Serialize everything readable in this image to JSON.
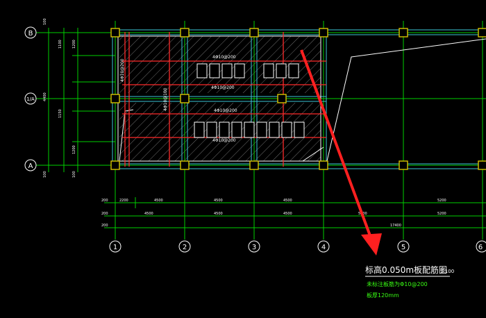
{
  "colors": {
    "background": "#000000",
    "axis": "#00ff00",
    "column": "#d9c400",
    "slab_edge": "#ffffff",
    "rebar": "#ff2a2a",
    "hatch": "#7a7a7a",
    "beam": "#3cc8d8",
    "annotation_arrow": "#ff2020",
    "note": "#39ff14"
  },
  "row_axes": [
    "B",
    "1/A",
    "A"
  ],
  "col_axes": [
    "1",
    "2",
    "3",
    "4",
    "5",
    "6"
  ],
  "left_dims": {
    "outer": [
      "100",
      "100",
      "100"
    ],
    "inner": [
      "1100",
      "1150",
      "1200",
      "1200"
    ],
    "total": "4400"
  },
  "dim_rows": {
    "row1": [
      "200",
      "2200",
      "4500",
      "4500",
      "4500",
      "5200"
    ],
    "row2": [
      "200",
      "4500",
      "4500",
      "4500",
      "5200",
      "5200"
    ],
    "row3": [
      "200",
      "17400"
    ]
  },
  "rebar_labels": {
    "top1": "4Φ10@200",
    "top2": "4Φ10@200",
    "mid": "4Φ10@200",
    "low": "4Φ10@200",
    "vert1": "4Φ10@200",
    "vert2": "4Φ10@100"
  },
  "annotation": {
    "title": "标高0.050m板配筋图",
    "scale": "1:100",
    "note1": "未标注板筋为Φ10@200",
    "note2": "板厚120mm"
  }
}
